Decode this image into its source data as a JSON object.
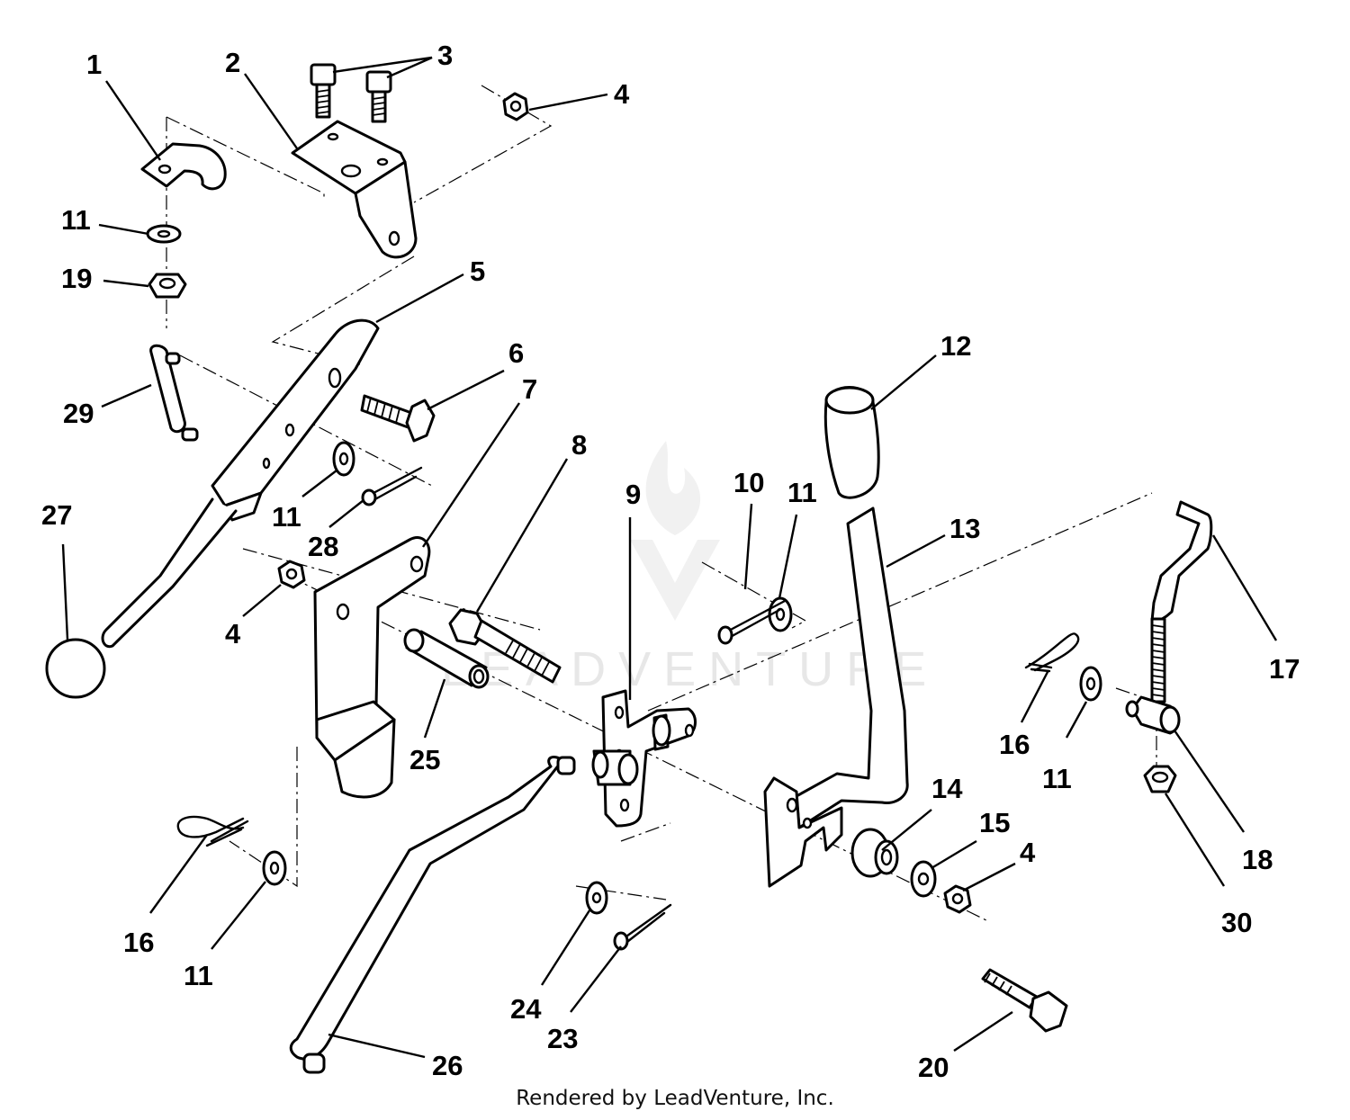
{
  "callouts": [
    {
      "id": "c1",
      "label": "1"
    },
    {
      "id": "c2",
      "label": "2"
    },
    {
      "id": "c3",
      "label": "3"
    },
    {
      "id": "c4a",
      "label": "4"
    },
    {
      "id": "c11a",
      "label": "11"
    },
    {
      "id": "c19",
      "label": "19"
    },
    {
      "id": "c5",
      "label": "5"
    },
    {
      "id": "c6",
      "label": "6"
    },
    {
      "id": "c7",
      "label": "7"
    },
    {
      "id": "c29",
      "label": "29"
    },
    {
      "id": "c27",
      "label": "27"
    },
    {
      "id": "c11b",
      "label": "11"
    },
    {
      "id": "c28",
      "label": "28"
    },
    {
      "id": "c4b",
      "label": "4"
    },
    {
      "id": "c8",
      "label": "8"
    },
    {
      "id": "c9",
      "label": "9"
    },
    {
      "id": "c10",
      "label": "10"
    },
    {
      "id": "c11c",
      "label": "11"
    },
    {
      "id": "c12",
      "label": "12"
    },
    {
      "id": "c13",
      "label": "13"
    },
    {
      "id": "c25",
      "label": "25"
    },
    {
      "id": "c16a",
      "label": "16"
    },
    {
      "id": "c11d",
      "label": "11"
    },
    {
      "id": "c17",
      "label": "17"
    },
    {
      "id": "c14",
      "label": "14"
    },
    {
      "id": "c15",
      "label": "15"
    },
    {
      "id": "c4c",
      "label": "4"
    },
    {
      "id": "c18",
      "label": "18"
    },
    {
      "id": "c30",
      "label": "30"
    },
    {
      "id": "c16b",
      "label": "16"
    },
    {
      "id": "c11e",
      "label": "11"
    },
    {
      "id": "c24",
      "label": "24"
    },
    {
      "id": "c23",
      "label": "23"
    },
    {
      "id": "c26",
      "label": "26"
    },
    {
      "id": "c20",
      "label": "20"
    }
  ],
  "watermark": "LEADVENTURE",
  "footer": "Rendered by LeadVenture, Inc."
}
